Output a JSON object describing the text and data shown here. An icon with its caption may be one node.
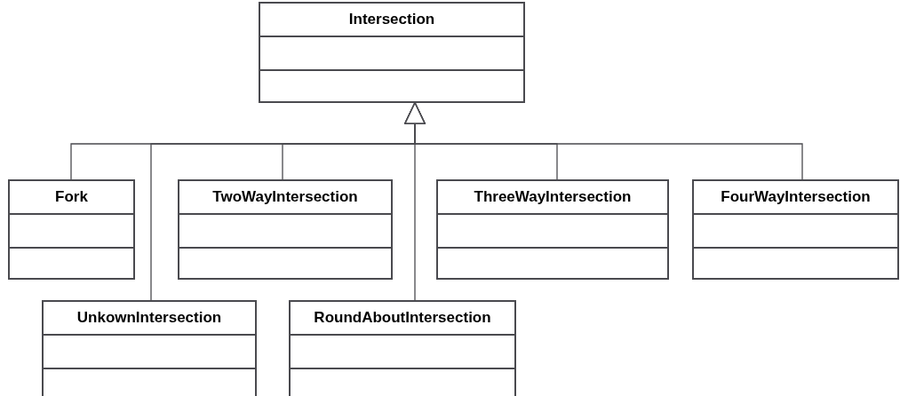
{
  "diagram": {
    "nodes": [
      {
        "text": [
          "Intersection"
        ]
      },
      {
        "text": [
          "Fork"
        ]
      },
      {
        "text": [
          "TwoWayIntersection"
        ]
      },
      {
        "text": [
          "ThreeWayIntersection"
        ]
      },
      {
        "text": [
          "FourWayIntersection"
        ]
      },
      {
        "text": [
          "UnkownIntersection"
        ]
      },
      {
        "text": [
          "RoundAboutIntersection"
        ]
      }
    ],
    "edges": [
      {
        "from": 1,
        "to": 0,
        "arrow": "to"
      },
      {
        "from": 2,
        "to": 0,
        "arrow": "to"
      },
      {
        "from": 3,
        "to": 0,
        "arrow": "to"
      },
      {
        "from": 4,
        "to": 0,
        "arrow": "to"
      },
      {
        "from": 5,
        "to": 0,
        "arrow": "to"
      },
      {
        "from": 6,
        "to": 0,
        "arrow": "to"
      }
    ]
  }
}
